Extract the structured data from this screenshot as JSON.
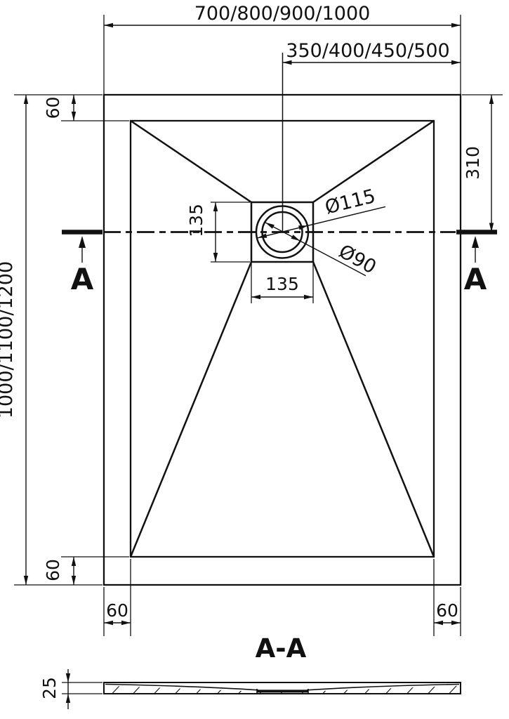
{
  "drawing": {
    "type": "shower-tray-technical-drawing",
    "line_color": "#111111",
    "background": "#ffffff",
    "dims": {
      "outer_width": "700/800/900/1000",
      "center_to_edge": "350/400/450/500",
      "length": "1000/1100/1200",
      "rim_top": "60",
      "drain_center_from_top": "310",
      "drain_square_height": "135",
      "drain_square_width": "135",
      "rim_bottom": "60",
      "rim_left": "60",
      "rim_right": "60",
      "flange_diameter": "Ø115",
      "drain_diameter": "Ø90",
      "thickness": "25"
    },
    "section": {
      "marker_left": "A",
      "marker_right": "A",
      "title": "A-A"
    }
  }
}
